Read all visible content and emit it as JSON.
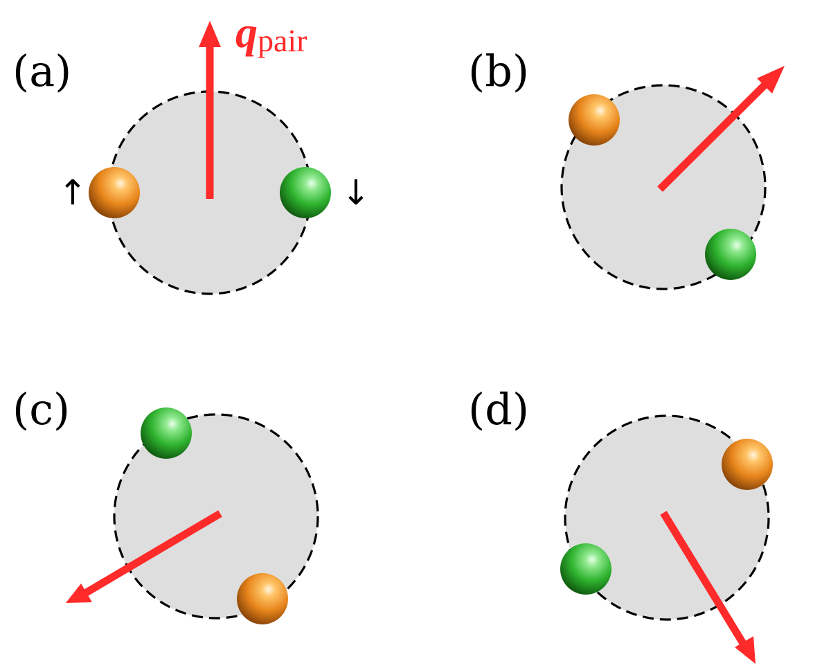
{
  "colors": {
    "arrow": "#ff2a2a",
    "circle_fill": "#dedede",
    "circle_stroke": "#000000",
    "spin_up_ball": "#f08a1c",
    "spin_down_ball": "#2fbf2f"
  },
  "panel_a": {
    "label": "(a)",
    "spin_up": "↑",
    "spin_down": "↓",
    "arrow_label_symbol": "q",
    "arrow_label_subscript": "pair"
  },
  "panel_b": {
    "label": "(b)"
  },
  "panel_c": {
    "label": "(c)"
  },
  "panel_d": {
    "label": "(d)"
  },
  "icons": [
    "orange-sphere-icon",
    "green-sphere-icon",
    "red-arrow-icon"
  ]
}
